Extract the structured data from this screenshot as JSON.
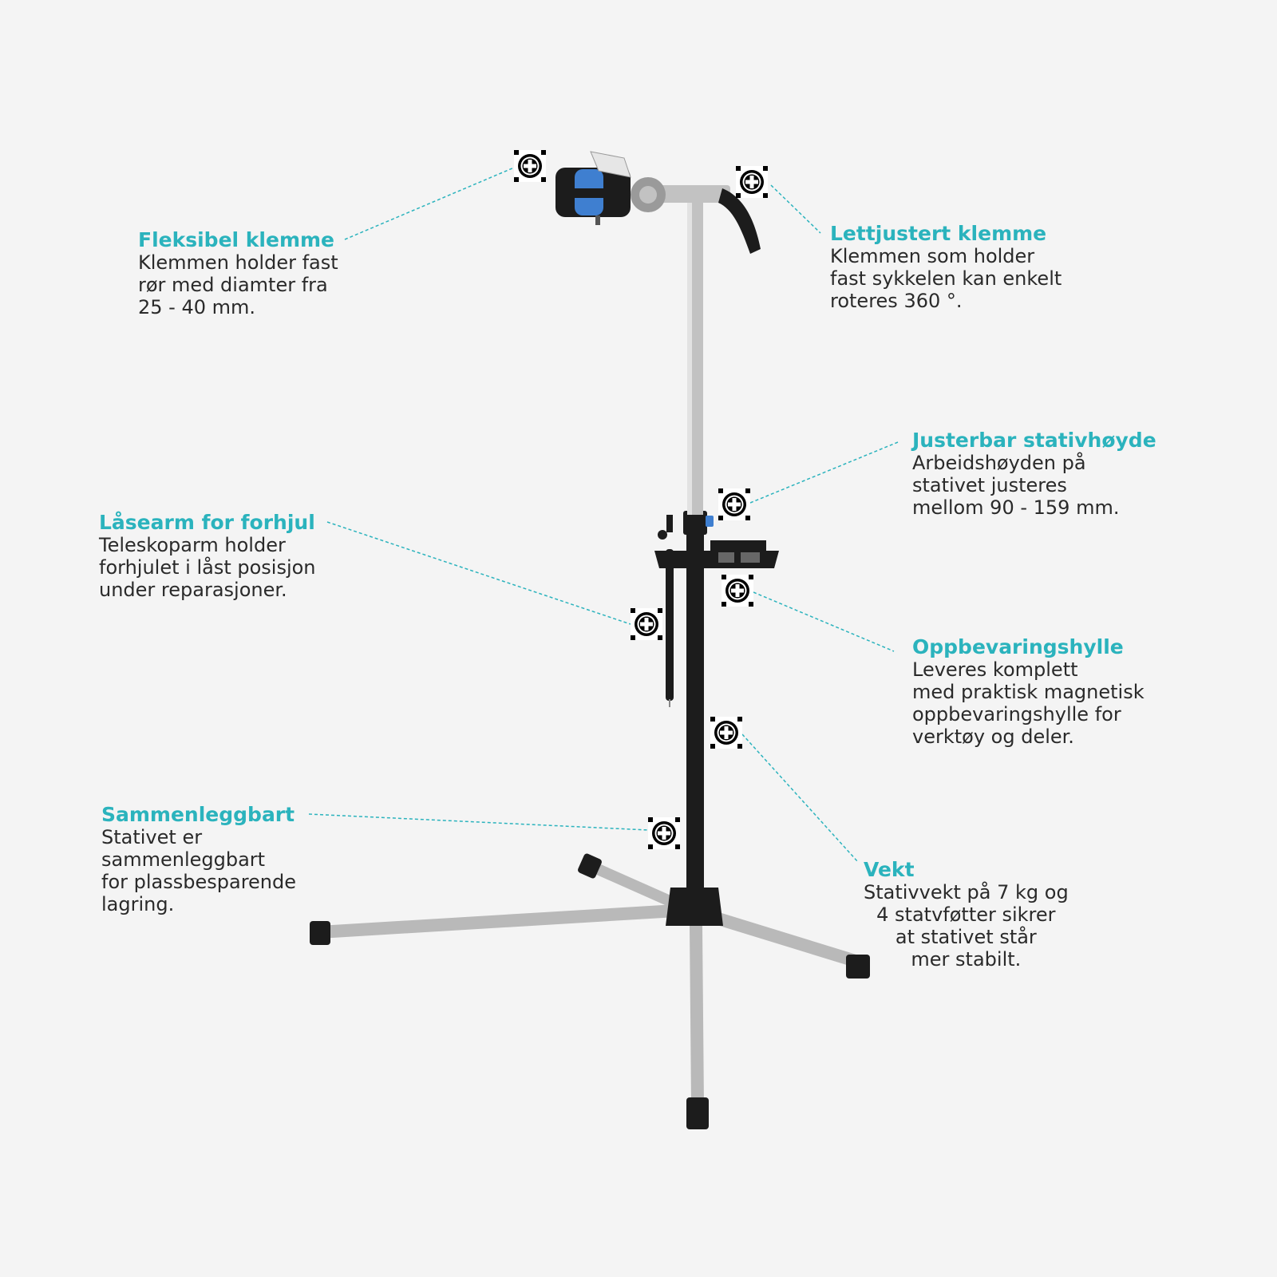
{
  "colors": {
    "background": "#f4f4f4",
    "title": "#2bb3bd",
    "body_text": "#2a2a2a",
    "leader_line": "#2bb3bd",
    "stand_black": "#1c1c1c",
    "stand_silver": "#b9b9b9",
    "clamp_blue": "#3f7fd0"
  },
  "icons": {
    "hotspot": "plus-circle-icon"
  },
  "callouts": [
    {
      "id": "fleksibel-klemme",
      "title": "Fleksibel klemme",
      "desc": "Klemmen holder fast\nrør med diamter fra\n25 - 40 mm."
    },
    {
      "id": "lettjustert-klemme",
      "title": "Lettjustert klemme",
      "desc": "Klemmen som holder\nfast sykkelen kan enkelt\nroteres 360 °."
    },
    {
      "id": "justerbar-stativhoyde",
      "title": "Justerbar stativhøyde",
      "desc": "Arbeidshøyden på\nstativet justeres\nmellom 90 - 159 mm."
    },
    {
      "id": "lasearm-forhjul",
      "title": "Låsearm for forhjul",
      "desc": "Teleskoparm holder\nforhjulet i låst posisjon\nunder reparasjoner."
    },
    {
      "id": "oppbevaringshylle",
      "title": "Oppbevaringshylle",
      "desc": "Leveres komplett\nmed praktisk magnetisk\noppbevaringshylle for\nverktøy og deler."
    },
    {
      "id": "sammenleggbart",
      "title": "Sammenleggbart",
      "desc": "Stativet er\nsammenleggbart\nfor plassbesparende\nlagring."
    },
    {
      "id": "vekt",
      "title": "Vekt",
      "desc": "Stativvekt på 7 kg og\n4 statvføtter sikrer\nat stativet står\nmer stabilt."
    }
  ]
}
